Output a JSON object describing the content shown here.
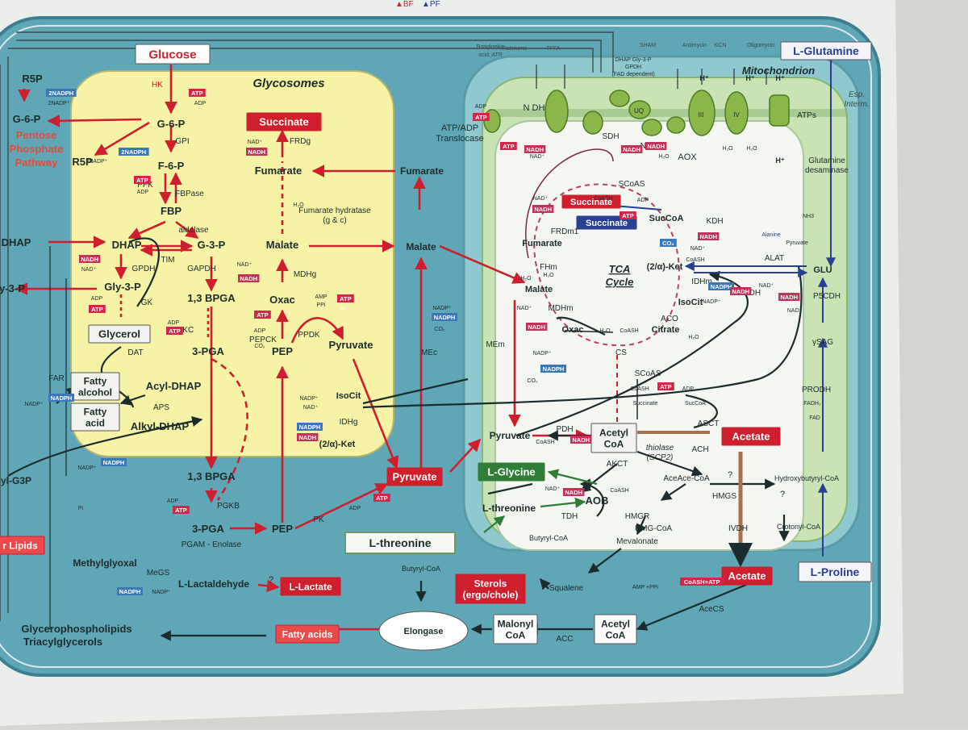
{
  "legend": {
    "bf": "▲BF",
    "pf": "▲PF"
  },
  "compartments": {
    "glycosomes": "Glycosomes",
    "mitochondrion": "Mitochondrion",
    "tca_cycle": [
      "TCA",
      "Cycle"
    ],
    "esp_interm": [
      "Esp.",
      "Interm."
    ]
  },
  "boxes": {
    "glucose": "Glucose",
    "succinate_glyco": "Succinate",
    "glycerol": "Glycerol",
    "fatty_alcohol": [
      "Fatty",
      "alcohol"
    ],
    "fatty_acid": [
      "Fatty",
      "acid"
    ],
    "pyruvate_cyto": "Pyruvate",
    "l_glutamine": "L-Glutamine",
    "l_glycine": "L-Glycine",
    "l_threonine_box": "L-threonine",
    "l_proline": "L-Proline",
    "acetate_mito": "Acetate",
    "acetate_cyto": "Acetate",
    "sterols": [
      "Sterols",
      "(ergo/chole)"
    ],
    "l_lactate": "L-Lactate",
    "fatty_acids": "Fatty acids",
    "elongase": "Elongase",
    "malonyl_coa": [
      "Malonyl",
      "CoA"
    ],
    "acetyl_coa_cyto": [
      "Acetyl",
      "CoA"
    ],
    "acetyl_coa_mito": [
      "Acetyl",
      "CoA"
    ],
    "lipids": "r Lipids",
    "succinate_mito_red": "Succinate",
    "succinate_mito_blue": "Succinate",
    "pentose": [
      "Pentose",
      "Phosphate",
      "Pathway"
    ]
  },
  "metabolites": {
    "r5p_top": "R5P",
    "g6p_left": "G-6-P",
    "r5p_mid": "R5P",
    "dhap_left": "DHAP",
    "gly3p_left": "y-3-P",
    "g3p_left": "yl-G3P",
    "g6p": "G-6-P",
    "f6p": "F-6-P",
    "fbp": "FBP",
    "dhap": "DHAP",
    "g3p": "G-3-P",
    "gly3p": "Gly-3-P",
    "bpga1": "1,3 BPGA",
    "pga3": "3-PGA",
    "acyl_dhap": "Acyl-DHAP",
    "alkyl_dhap": "Alkyl-DHAP",
    "fumarate_g": "Fumarate",
    "malate_g": "Malate",
    "oxac_g": "Oxac",
    "pep_g": "PEP",
    "pyruvate_g": "Pyruvate",
    "isocit_g": "IsoCit",
    "ket_g": "(2/α)-Ket",
    "bpga2": "1,3 BPGA",
    "pga3b": "3-PGA",
    "pep_c": "PEP",
    "fumarate_c": "Fumarate",
    "malate_c": "Malate",
    "methylglyoxal": "Methylglyoxal",
    "lactaldehyde": "L-Lactaldehyde",
    "glycerophospholipids": "Glycerophospholipids",
    "triacylglycerols": "Triacylglycerols",
    "pyruvate_m": "Pyruvate",
    "fumarate_m": "Fumarate",
    "malate_m": "Malate",
    "oxac_m": "Oxac",
    "citrate": "Citrate",
    "isocit_m": "IsoCit",
    "ket_m": "(2/α)-Ket",
    "succoa": "SucCoA",
    "glu": "GLU",
    "aob": "AOB",
    "l_threonine_m": "L-threonine",
    "aceace": "AceAce-CoA",
    "hydroxybutyryl": "Hydroxybutyryl-CoA",
    "hmg": "HMG-CoA",
    "mevalonate": "Mevalonate",
    "crotonyl": "Crotonyl-CoA",
    "butyryl_m": "Butyryl-CoA",
    "butyryl_c": "Butyryl-CoA",
    "squalene": "Squalene",
    "nh3": "NH3",
    "alanine": "Alanine",
    "pyruvate_small": "Pyruvate"
  },
  "enzymes": {
    "hk": "HK",
    "gpi": "GPI",
    "pfk": "PFK",
    "fbpase": "FBPase",
    "aldolase": "aldolase",
    "tim": "TIM",
    "gpdh": "GPDH",
    "gk": "GK",
    "gapdh": "GAPDH",
    "pgkc": "PGKC",
    "dat": "DAT",
    "far": "FAR",
    "aps": "APS",
    "frdg": "FRDg",
    "fum_hyd": [
      "Fumarate hydratase",
      "(g & c)"
    ],
    "mdhg": "MDHg",
    "pepck": "PEPCK",
    "ppdk": "PPDK",
    "idhg": "IDHg",
    "pgkb": "PGKB",
    "pgam": "PGAM - Enolase",
    "pk": "PK",
    "mec": "MEc",
    "meg": "MeGS",
    "mem": "MEm",
    "pdh": "PDH",
    "akct": "AKCT",
    "tdh": "TDH",
    "thiolase": [
      "thiolase",
      "(SCP2)"
    ],
    "ach": "ACH",
    "asct": "ASCT",
    "hmgs": "HMGS",
    "hmgr": "HMGR",
    "ivdh": "IVDH",
    "acecs": "AceCS",
    "acc": "ACC",
    "frdm1": "FRDm1",
    "fhm": "FHm",
    "mdhm": "MDHm",
    "cs": "CS",
    "aco": "ACO",
    "idhm": "IDHm",
    "kdh": "KDH",
    "alat": "ALAT",
    "gdh": "GDH",
    "p5cdh": "P5CDH",
    "ysag": "γSAG",
    "prodh": "PRODH",
    "glut_desam": [
      "Glutamine",
      "desaminase"
    ],
    "sdh": "SDH",
    "ndh": "N DH",
    "ndh2": "N DH",
    "aox": "AOX",
    "atps": "ATPs",
    "uq": "UQ",
    "gly3p_gpdh": [
      "DHAP  Gly-3-P",
      "GPDH",
      "(FAD dependent)"
    ],
    "atp_adp": [
      "ATP/ADP",
      "Translocase"
    ],
    "scoas_m": "SCoAS",
    "scoas_c": "SCoAS"
  },
  "inhibitors": [
    "Bongkrekic",
    "acid, ATR",
    "Rotenone",
    "TFFA",
    "SHAM",
    "Antimycin",
    "KCN",
    "Oligomycin"
  ],
  "cofactors": {
    "atp": "ATP",
    "adp": "ADP",
    "nadh": "NADH",
    "nad": "NAD⁺",
    "nadp": "NADP⁺",
    "nadph": "NADPH",
    "two_nadph": "2NADPH",
    "two_nadp": "2NADP⁺",
    "co2": "CO₂",
    "h2o": "H₂O",
    "pi": "Pi",
    "amp": "AMP",
    "ppi": "PPi",
    "coash": "CoASH",
    "h_plus": "H⁺",
    "q": "?",
    "fad": "FAD",
    "fadh2": "FADH₂",
    "coash_atp": "CoASH+ATP",
    "amp_ppi": "AMP +PPi",
    "succinate_s": "Succinate",
    "succoa_s": "SucCoA"
  },
  "colors": {
    "wall": "#e9ecea",
    "outer": "#5fa6b6",
    "outer_edge": "#3c7f90",
    "glyco": "#f6f3a6",
    "mito_outer": "#8fc9cf",
    "mito_membrane": "#c9e3b5",
    "mito_inner": "#f4f6f2",
    "red": "#cf1f2e",
    "blue": "#2a3f8f",
    "green": "#2f7d36",
    "dark": "#1c2b2b"
  }
}
